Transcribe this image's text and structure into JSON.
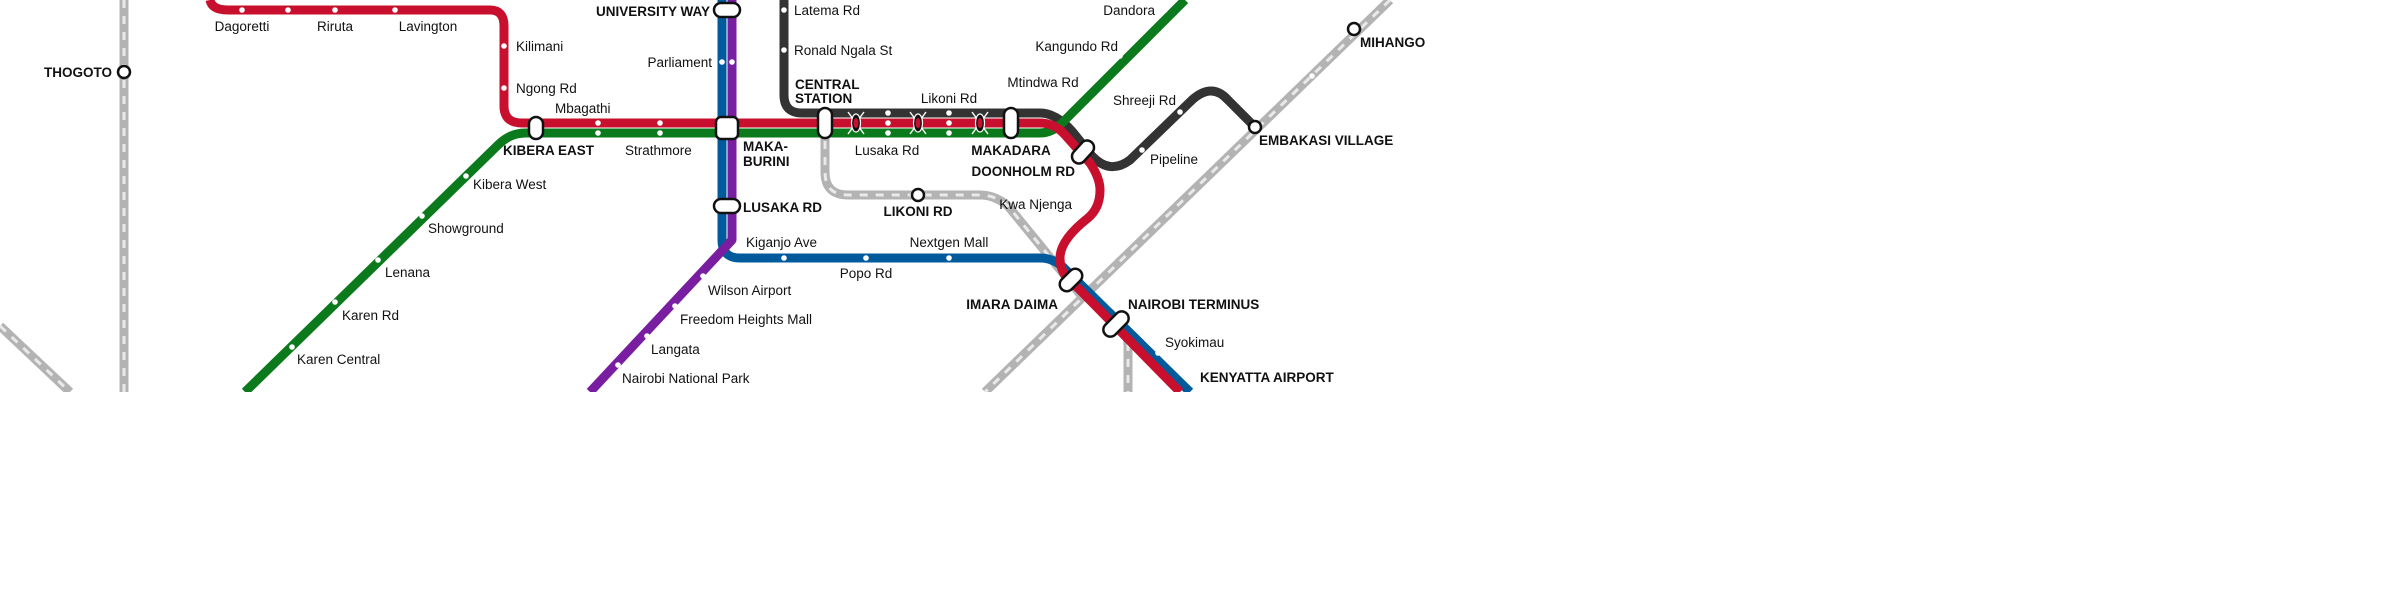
{
  "colors": {
    "red": "#c8102e",
    "green": "#0b7a1c",
    "blue": "#005a9c",
    "purple": "#7a1ea1",
    "dark": "#333333",
    "grey": "#b3b3b3",
    "grey_dash": "#e9e9e9"
  },
  "stations": {
    "thogoto": "THOGOTO",
    "dagoretti": "Dagoretti",
    "riruta": "Riruta",
    "lavington": "Lavington",
    "kilimani": "Kilimani",
    "ngong_rd": "Ngong Rd",
    "mbagathi": "Mbagathi",
    "kibera_east": "KIBERA EAST",
    "strathmore": "Strathmore",
    "kibera_west": "Kibera West",
    "showground": "Showground",
    "lenana": "Lenana",
    "karen_rd": "Karen Rd",
    "karen_central": "Karen Central",
    "university_way": "UNIVERSITY WAY",
    "parliament": "Parliament",
    "makaburini_1": "MAKA-",
    "makaburini_2": "BURINI",
    "lusaka_rd_hub": "LUSAKA RD",
    "kiganjo_ave": "Kiganjo Ave",
    "popo_rd": "Popo Rd",
    "nextgen_mall": "Nextgen Mall",
    "wilson_airport": "Wilson Airport",
    "freedom_heights": "Freedom Heights Mall",
    "langata": "Langata",
    "nairobi_national_park": "Nairobi National Park",
    "latema_rd": "Latema Rd",
    "ronald_ngala": "Ronald Ngala St",
    "central_station_1": "CENTRAL",
    "central_station_2": "STATION",
    "likoni_rd_upper": "Likoni Rd",
    "lusaka_rd_lower": "Lusaka Rd",
    "likoni_rd_hub": "LIKONI RD",
    "makadara": "MAKADARA",
    "mtindwa_rd": "Mtindwa Rd",
    "kangundo_rd": "Kangundo Rd",
    "dandora": "Dandora",
    "shreeji_rd": "Shreeji Rd",
    "pipeline": "Pipeline",
    "embakasi_village": "EMBAKASI VILLAGE",
    "mihango": "MIHANGO",
    "doonholm_rd": "DOONHOLM RD",
    "kwa_njenga": "Kwa Njenga",
    "imara_daima": "IMARA DAIMA",
    "nairobi_terminus": "NAIROBI TERMINUS",
    "syokimau": "Syokimau",
    "kenyatta_airport": "KENYATTA AIRPORT"
  }
}
